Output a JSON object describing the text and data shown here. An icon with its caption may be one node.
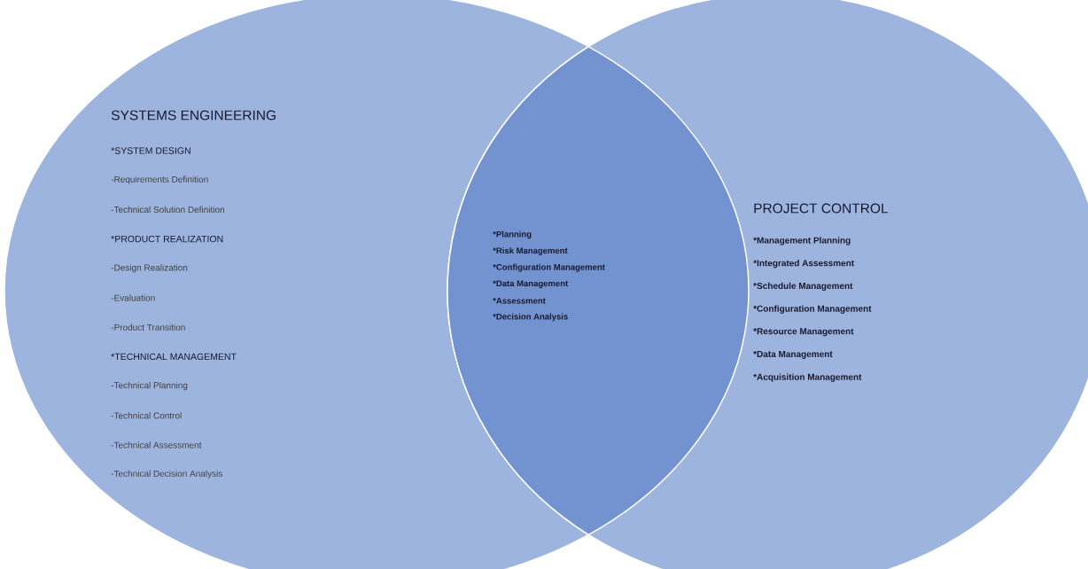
{
  "diagram": {
    "nodes": [
      {
        "text": [
          "SYSTEMS ENGINEERING",
          "*SYSTEM DESIGN",
          "-Requirements Definition",
          "-Technical Solution Definition",
          "*PRODUCT REALIZATION",
          "-Design Realization",
          "-Evaluation",
          "-Product Transition",
          "*TECHNICAL MANAGEMENT",
          "-Technical Planning",
          "-Technical Control",
          "-Technical Assessment",
          "-Technical Decision Analysis"
        ]
      },
      {
        "text": [
          "PROJECT CONTROL",
          "*Management Planning",
          "*Integrated Assessment",
          "*Schedule Management",
          "*Configuration Management",
          "*Resource Management",
          "*Data Management",
          "*Acquisition Management"
        ]
      },
      {
        "text": [
          "*Planning",
          "*Risk Management",
          "*Configuration Management",
          "*Data Management",
          "*Assessment",
          "*Decision Analysis"
        ]
      }
    ]
  }
}
